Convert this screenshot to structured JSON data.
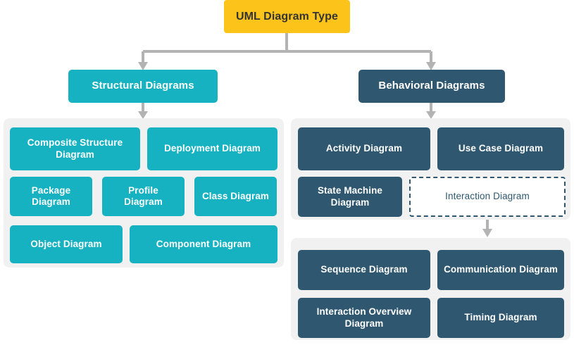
{
  "diagram": {
    "title": "UML Diagram Type",
    "background": "#ffffff",
    "colors": {
      "root": "#fcc31a",
      "root_text": "#343434",
      "structural": "#17b2c2",
      "behavioral": "#2f5870",
      "panel": "#f1f1f1",
      "connector": "#b3b3b3",
      "dashed_border": "#2f5870",
      "node_text": "#ffffff"
    },
    "root": {
      "label": "UML Diagram Type"
    },
    "branches": [
      {
        "id": "structural",
        "label": "Structural Diagrams",
        "style": "teal",
        "children": [
          {
            "label": "Composite Structure Diagram"
          },
          {
            "label": "Deployment Diagram"
          },
          {
            "label": "Package Diagram"
          },
          {
            "label": "Profile Diagram"
          },
          {
            "label": "Class Diagram"
          },
          {
            "label": "Object Diagram"
          },
          {
            "label": "Component Diagram"
          }
        ]
      },
      {
        "id": "behavioral",
        "label": "Behavioral Diagrams",
        "style": "slate",
        "children": [
          {
            "label": "Activity Diagram"
          },
          {
            "label": "Use Case Diagram"
          },
          {
            "label": "State Machine Diagram"
          },
          {
            "label": "Interaction Diagram",
            "style": "dashed"
          }
        ],
        "sub_group": {
          "parent": "Interaction Diagram",
          "children": [
            {
              "label": "Sequence Diagram"
            },
            {
              "label": "Communication Diagram"
            },
            {
              "label": "Interaction Overview Diagram"
            },
            {
              "label": "Timing Diagram"
            }
          ]
        }
      }
    ]
  }
}
